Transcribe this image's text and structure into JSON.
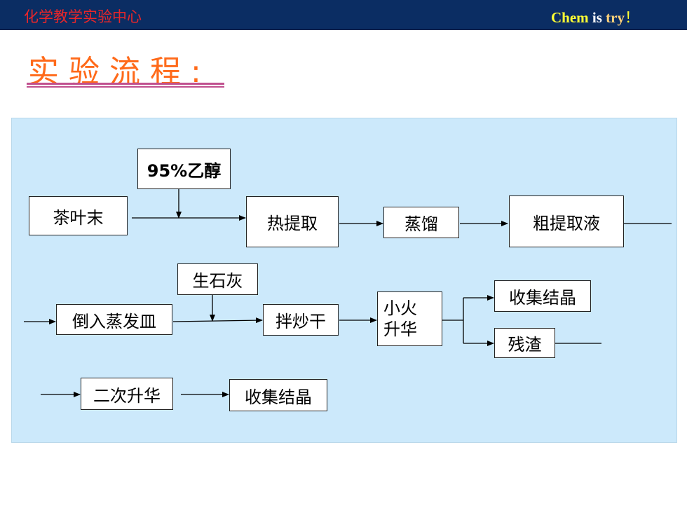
{
  "header": {
    "left_text": "化学教学实验中心",
    "right_parts": [
      "Chem",
      " is",
      " try",
      "！"
    ]
  },
  "title": "实验流程:",
  "flow": {
    "ethanol": "95%乙醇",
    "tea": "茶叶末",
    "hot_extract": "热提取",
    "distill": "蒸馏",
    "crude": "粗提取液",
    "quicklime": "生石灰",
    "pour": "倒入蒸发皿",
    "stir_dry": "拌炒干",
    "sublime_line1": "小火",
    "sublime_line2": "升华",
    "collect1": "收集结晶",
    "residue": "残渣",
    "second_sublime": "二次升华",
    "collect2": "收集结晶"
  }
}
